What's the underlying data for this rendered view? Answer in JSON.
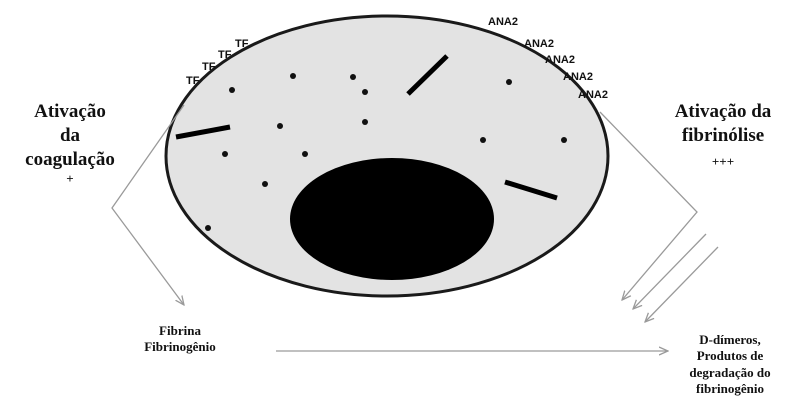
{
  "cell_surface_markers": {
    "tf": [
      "TF",
      "TF",
      "TF",
      "TF"
    ],
    "ana2": [
      "ANA2",
      "ANA2",
      "ANA2",
      "ANA2",
      "ANA2"
    ]
  },
  "coagulation": {
    "line1": "Ativação",
    "line2": "da",
    "line3": "coagulação",
    "intensity": "+"
  },
  "fibrinolysis": {
    "line1": "Ativação da",
    "line2": "fibrinólise",
    "intensity": "+++"
  },
  "fibrin": {
    "line1": "Fibrina",
    "line2": "Fibrinogênio"
  },
  "degradation": {
    "line1": "D-dímeros,",
    "line2": "Produtos de",
    "line3": "degradação do",
    "line4": "fibrinogênio"
  },
  "colors": {
    "cell_fill": "#e3e3e3",
    "nucleus": "#000000",
    "arrow": "#9a9a9a"
  }
}
